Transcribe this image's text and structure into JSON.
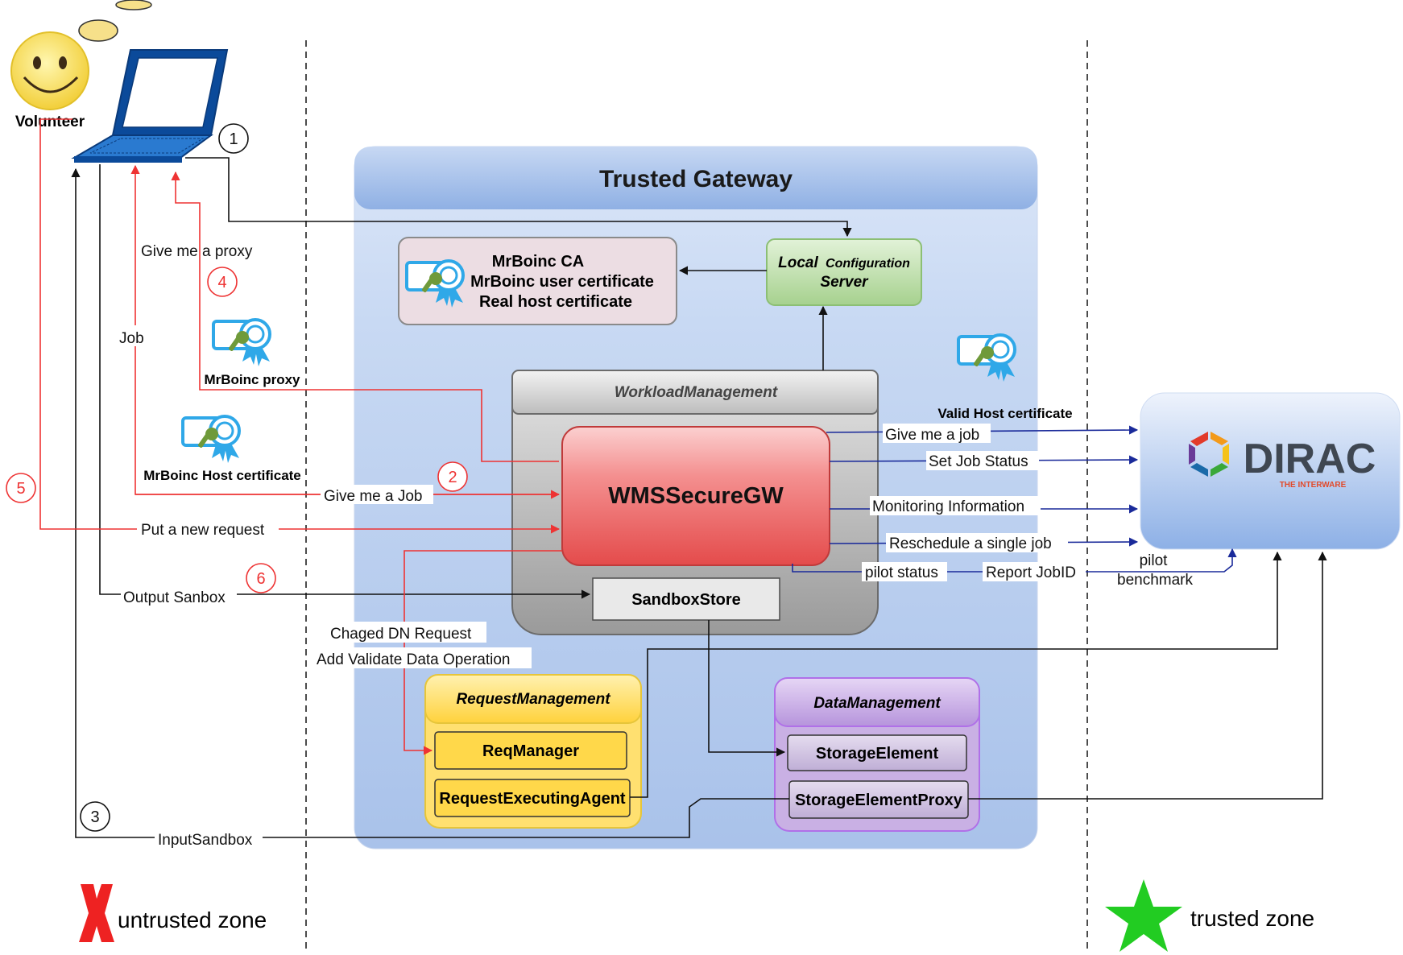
{
  "volunteer": {
    "label": "Volunteer"
  },
  "gateway": {
    "title": "Trusted Gateway",
    "ca_box": {
      "line1": "MrBoinc CA",
      "line2": "MrBoinc user certificate",
      "line3": "Real host certificate"
    },
    "config_server": {
      "line1_a": "Local",
      "line1_b": "Configuration",
      "line2": "Server"
    },
    "workload": {
      "header": "WorkloadManagement",
      "wms": "WMSSecureGW",
      "sandbox": "SandboxStore"
    },
    "request_mgmt": {
      "header": "RequestManagement",
      "items": [
        "ReqManager",
        "RequestExecutingAgent"
      ]
    },
    "data_mgmt": {
      "header": "DataManagement",
      "items": [
        "StorageElement",
        "StorageElementProxy"
      ]
    }
  },
  "certificates": {
    "proxy": "MrBoinc proxy",
    "host": "MrBoinc Host certificate",
    "valid_host": "Valid Host certificate"
  },
  "dirac": {
    "name": "DIRAC",
    "tagline": "THE INTERWARE"
  },
  "flows": {
    "give_proxy": "Give me a proxy",
    "job": "Job",
    "give_job_left": "Give me a Job",
    "put_request": "Put a new request",
    "output_sandbox": "Output Sanbox",
    "input_sandbox": "InputSandbox",
    "changed_dn": "Chaged DN Request",
    "validate_data": "Add Validate Data Operation",
    "give_job_right": "Give me a job",
    "set_status": "Set Job Status",
    "monitoring": "Monitoring Information",
    "reschedule": "Reschedule a single job",
    "pilot_status": "pilot status",
    "report_jobid": "Report JobID",
    "pilot_benchmark_1": "pilot",
    "pilot_benchmark_2": "benchmark"
  },
  "steps": {
    "s1": "1",
    "s2": "2",
    "s3": "3",
    "s4": "4",
    "s5": "5",
    "s6": "6"
  },
  "zones": {
    "untrusted": "untrusted zone",
    "trusted": "trusted zone"
  },
  "colors": {
    "red_flow": "#ee3333",
    "blue_flow": "#1a2a9a",
    "gateway_bg": "#bcd0f0",
    "wms_red": "#ee6060",
    "request_yellow": "#ffd24a",
    "data_purple": "#9a6ec8",
    "config_green": "#b8dca8",
    "ca_pink": "#ead8de",
    "dirac_blue": "#9dbbea",
    "star_green": "#22cc22",
    "x_red": "#ee2222"
  }
}
